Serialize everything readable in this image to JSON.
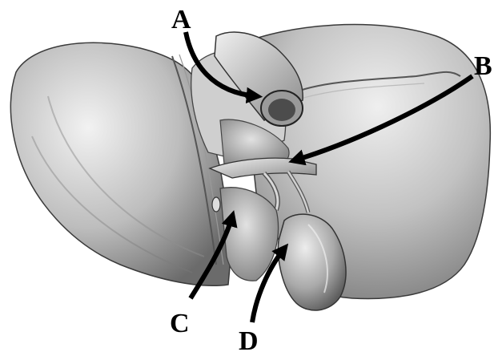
{
  "labels": {
    "a": "A",
    "b": "B",
    "c": "C",
    "d": "D"
  },
  "colors": {
    "background": "#ffffff",
    "liver_light": "#e9e9e9",
    "liver_mid": "#b9b9b9",
    "liver_dark": "#6f6f6f",
    "outline": "#3a3a3a",
    "arrow": "#000000"
  }
}
